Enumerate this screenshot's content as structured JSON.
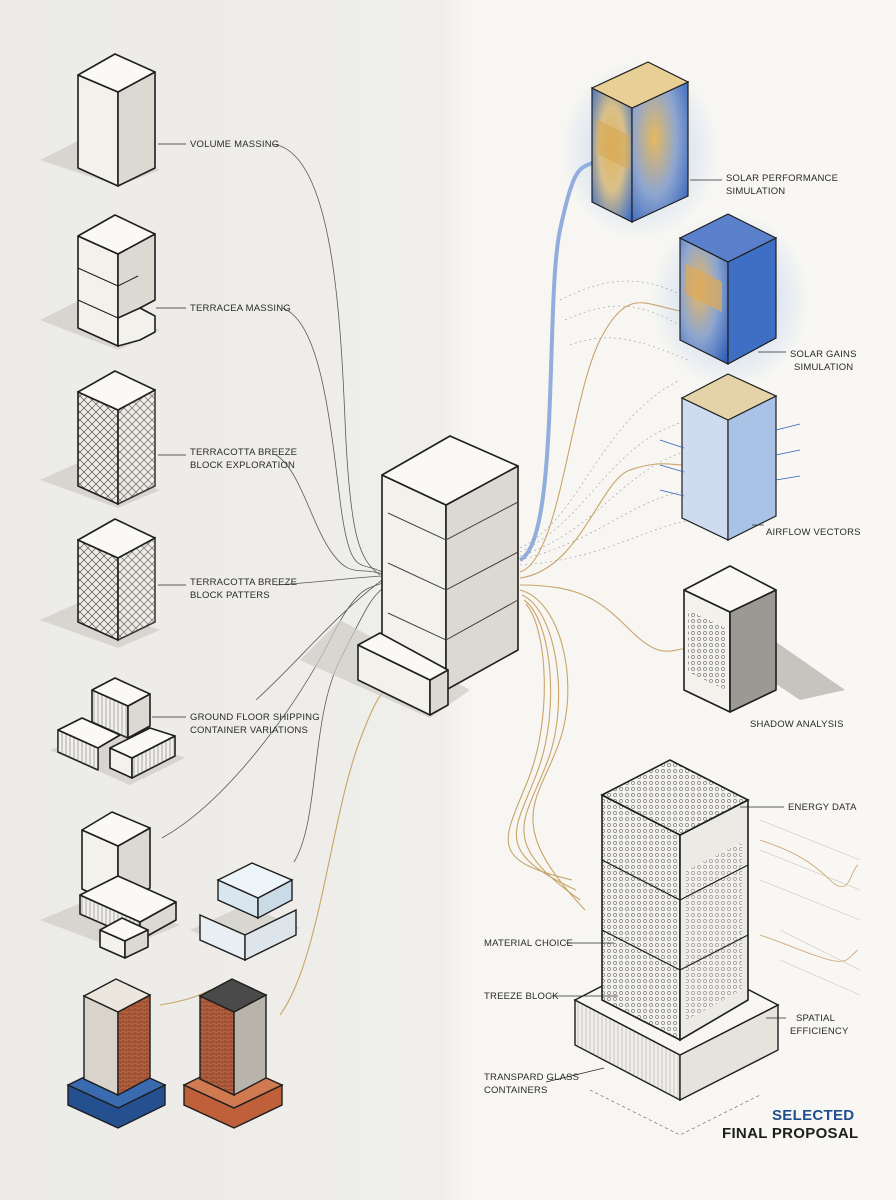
{
  "left_labels": [
    {
      "id": "volume",
      "text": "VOLUME MASSING"
    },
    {
      "id": "terracea",
      "text": "TERRACEA MASSING"
    },
    {
      "id": "breeze1_l1",
      "text": "TERRACOTTA BREEZE"
    },
    {
      "id": "breeze1_l2",
      "text": "BLOCK EXPLORATION"
    },
    {
      "id": "breeze2_l1",
      "text": "TERRACOTTA BREEZE"
    },
    {
      "id": "breeze2_l2",
      "text": "BLOCK PATTERS"
    },
    {
      "id": "ship_l1",
      "text": "GROUND FLOOR SHIPPING"
    },
    {
      "id": "ship_l2",
      "text": "CONTAINER VARIATIONS"
    }
  ],
  "right_labels": [
    {
      "id": "solar_perf_l1",
      "text": "SOLAR PERFORMANCE"
    },
    {
      "id": "solar_perf_l2",
      "text": "SIMULATION"
    },
    {
      "id": "solar_gains_l1",
      "text": "SOLAR GAINS"
    },
    {
      "id": "solar_gains_l2",
      "text": "SIMULATION"
    },
    {
      "id": "airflow",
      "text": "AIRFLOW VECTORS"
    },
    {
      "id": "shadow",
      "text": "SHADOW ANALYSIS"
    }
  ],
  "final_labels": [
    {
      "id": "energy",
      "text": "ENERGY DATA"
    },
    {
      "id": "material",
      "text": "MATERIAL CHOICE"
    },
    {
      "id": "treeze",
      "text": "TREEZE BLOCK"
    },
    {
      "id": "spatial_l1",
      "text": "SPATIAL"
    },
    {
      "id": "spatial_l2",
      "text": "EFFICIENCY"
    },
    {
      "id": "glass_l1",
      "text": "TRANSPARD GLASS"
    },
    {
      "id": "glass_l2",
      "text": "CONTAINERS"
    }
  ],
  "selected": {
    "line1": "SELECTED",
    "line2": "FINAL PROPOSAL"
  },
  "colors": {
    "accent_blue": "#1f4f8f",
    "connector_gold": "#c9a46a",
    "container_blue": "#24508f",
    "container_red": "#c0603a",
    "heat_blue": "#3a6fc8",
    "heat_orange": "#e3b25a"
  }
}
